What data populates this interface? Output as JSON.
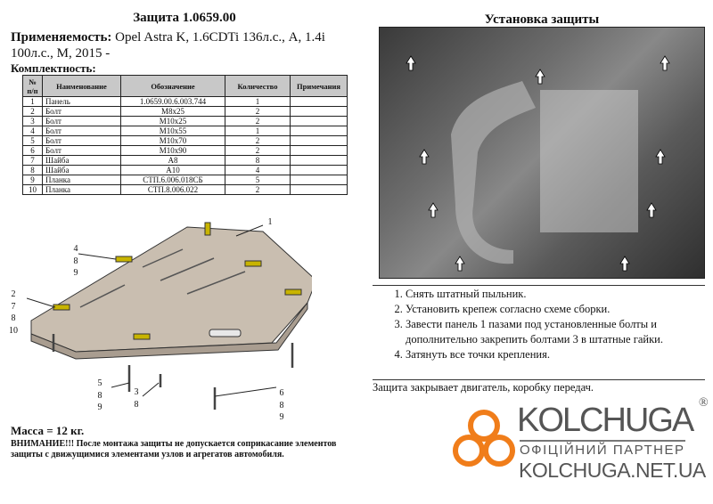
{
  "title": "Защита 1.0659.00",
  "applicability": {
    "label": "Применяемость:",
    "value": "Opel Astra K, 1.6CDTi 136л.с., А, 1.4i 100л.с., М, 2015 -"
  },
  "kit_label": "Комплектность:",
  "table": {
    "headers": [
      "№ п/п",
      "Наименование",
      "Обозначение",
      "Количество",
      "Примечания"
    ],
    "rows": [
      [
        "1",
        "Панель",
        "1.0659.00.6.003.744",
        "1",
        ""
      ],
      [
        "2",
        "Болт",
        "M8x25",
        "2",
        ""
      ],
      [
        "3",
        "Болт",
        "M10x25",
        "2",
        ""
      ],
      [
        "4",
        "Болт",
        "M10x55",
        "1",
        ""
      ],
      [
        "5",
        "Болт",
        "M10x70",
        "2",
        ""
      ],
      [
        "6",
        "Болт",
        "M10x90",
        "2",
        ""
      ],
      [
        "7",
        "Шайба",
        "А8",
        "8",
        ""
      ],
      [
        "8",
        "Шайба",
        "А10",
        "4",
        ""
      ],
      [
        "9",
        "Планка",
        "СТП.6.006.018СБ",
        "5",
        ""
      ],
      [
        "10",
        "Планка",
        "СТП.8.006.022",
        "2",
        ""
      ]
    ]
  },
  "diagram_labels": {
    "l1": "1",
    "g4": [
      "4",
      "8",
      "9"
    ],
    "g2": [
      "2",
      "7",
      "8",
      "10"
    ],
    "g5": [
      "5",
      "8",
      "9"
    ],
    "g3": [
      "3",
      "8"
    ],
    "g6": [
      "6",
      "8",
      "9"
    ]
  },
  "mass": "Масса = 12 кг.",
  "warning": "ВНИМАНИЕ!!! После монтажа защиты не допускается соприкасание элементов защиты с движущимися элементами узлов и агрегатов автомобиля.",
  "install_title": "Установка защиты",
  "steps": [
    "Снять штатный пыльник.",
    "Установить крепеж согласно схеме сборки.",
    "Завести панель 1 пазами под установленные болты и дополнительно закрепить болтами 3 в штатные гайки.",
    "Затянуть все точки крепления."
  ],
  "covers": "Защита закрывает двигатель, коробку передач.",
  "logo": {
    "brand": "KOLCHUGA",
    "reg": "®",
    "partner": "ОФІЦІЙНИЙ ПАРТНЕР",
    "site": "KOLCHUGA.NET.UA",
    "color": "#f07d1a"
  }
}
